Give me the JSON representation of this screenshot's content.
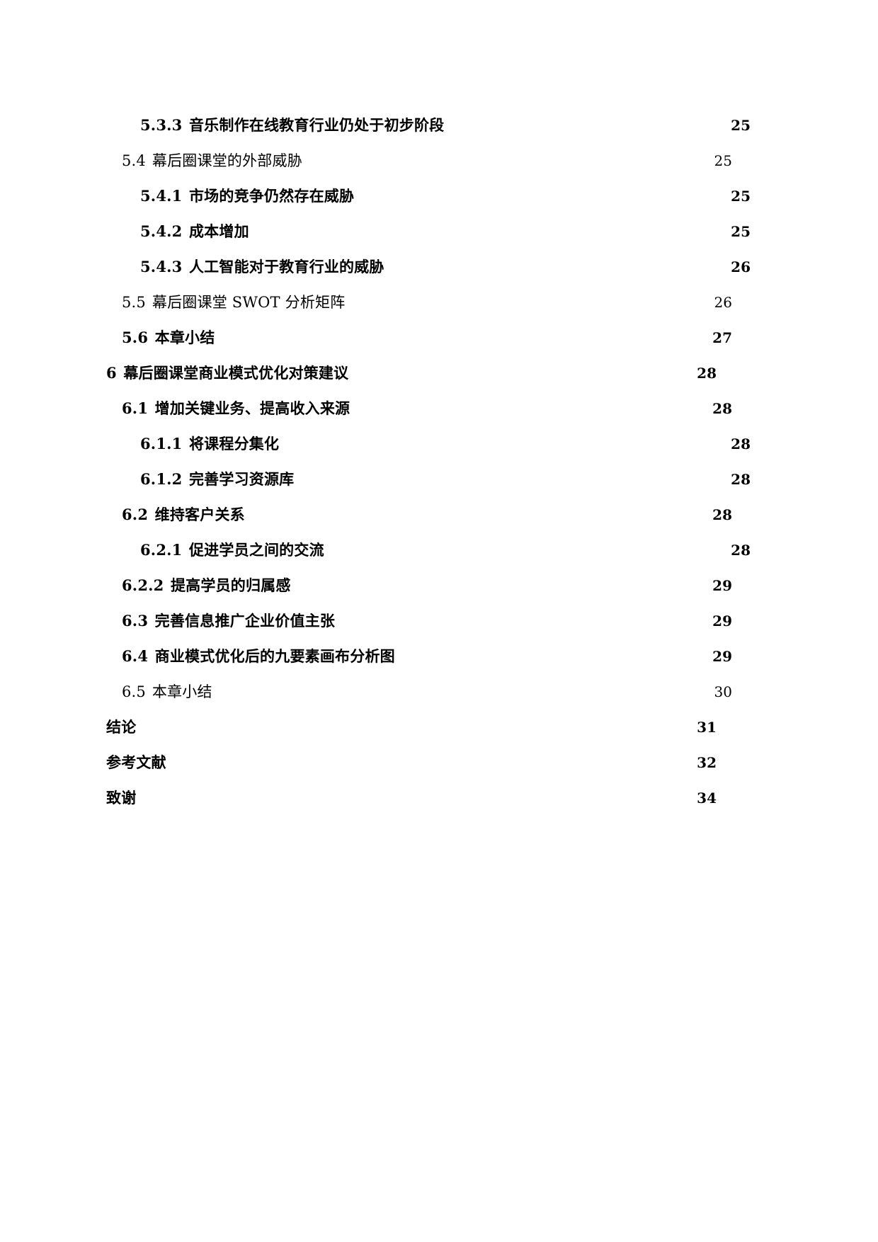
{
  "document": {
    "kind": "table-of-contents",
    "page_background": "#ffffff",
    "text_color": "#000000",
    "leader_character": "."
  },
  "toc": {
    "entries": [
      {
        "number": "5.3.3",
        "title": "音乐制作在线教育行业仍处于初步阶段",
        "page": "25",
        "level": 3,
        "weight": "bold"
      },
      {
        "number": "5.4",
        "title": "幕后圈课堂的外部威胁",
        "page": "25",
        "level": 2,
        "weight": "regular"
      },
      {
        "number": "5.4.1",
        "title": "市场的竞争仍然存在威胁",
        "page": "25",
        "level": 3,
        "weight": "bold"
      },
      {
        "number": "5.4.2",
        "title": "成本增加",
        "page": "25",
        "level": 3,
        "weight": "bold"
      },
      {
        "number": "5.4.3",
        "title": "人工智能对于教育行业的威胁",
        "page": "26",
        "level": 3,
        "weight": "bold"
      },
      {
        "number": "5.5",
        "title": "幕后圈课堂 SWOT 分析矩阵",
        "page": "26",
        "level": 2,
        "weight": "regular"
      },
      {
        "number": "5.6",
        "title": "本章小结",
        "page": "27",
        "level": 2,
        "weight": "bold"
      },
      {
        "number": "6",
        "title": "幕后圈课堂商业模式优化对策建议",
        "page": "28",
        "level": 1,
        "weight": "bold"
      },
      {
        "number": "6.1",
        "title": "增加关键业务、提高收入来源",
        "page": "28",
        "level": 2,
        "weight": "bold"
      },
      {
        "number": "6.1.1",
        "title": "将课程分集化",
        "page": "28",
        "level": 3,
        "weight": "bold"
      },
      {
        "number": "6.1.2",
        "title": "完善学习资源库",
        "page": "28",
        "level": 3,
        "weight": "bold"
      },
      {
        "number": "6.2",
        "title": "维持客户关系",
        "page": "28",
        "level": 2,
        "weight": "bold"
      },
      {
        "number": "6.2.1",
        "title": "促进学员之间的交流",
        "page": "28",
        "level": 3,
        "weight": "bold"
      },
      {
        "number": "6.2.2",
        "title": "提高学员的归属感",
        "page": "29",
        "level": 2,
        "weight": "bold"
      },
      {
        "number": "6.3",
        "title": "完善信息推广企业价值主张",
        "page": "29",
        "level": 2,
        "weight": "bold"
      },
      {
        "number": "6.4",
        "title": "商业模式优化后的九要素画布分析图",
        "page": "29",
        "level": 2,
        "weight": "bold"
      },
      {
        "number": "6.5",
        "title": "本章小结",
        "page": "30",
        "level": 2,
        "weight": "regular"
      },
      {
        "number": "",
        "title": "结论",
        "page": "31",
        "level": 1,
        "weight": "bold"
      },
      {
        "number": "",
        "title": "参考文献",
        "page": "32",
        "level": 1,
        "weight": "bold"
      },
      {
        "number": "",
        "title": "致谢",
        "page": "34",
        "level": 1,
        "weight": "bold"
      }
    ]
  }
}
